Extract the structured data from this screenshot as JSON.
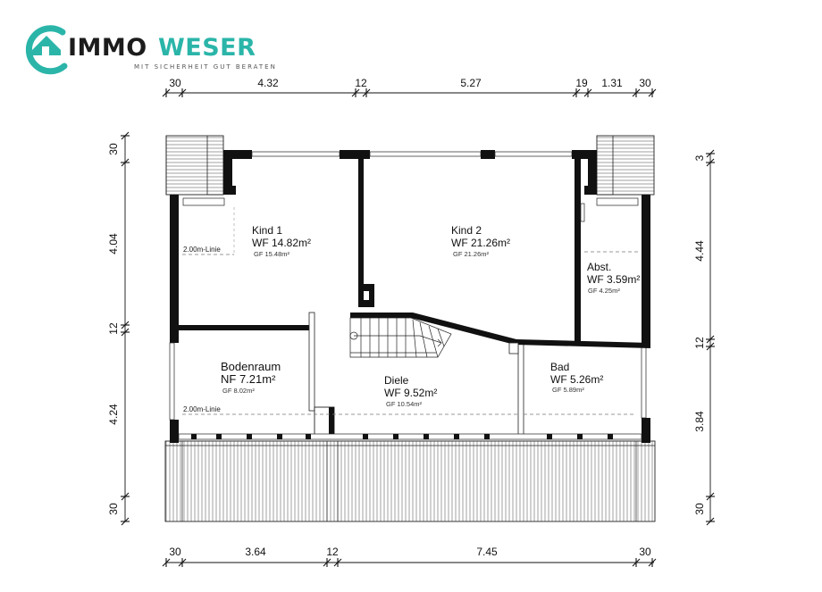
{
  "logo": {
    "brand_part1": "IMMO",
    "brand_part2": "WESER",
    "tagline": "MIT SICHERHEIT GUT BERATEN",
    "colors": {
      "teal": "#2bb5a9",
      "dark": "#1c1c1c",
      "icon": "house-circle-icon"
    }
  },
  "dimensions": {
    "top": [
      "30",
      "4.32",
      "12",
      "5.27",
      "19",
      "1.31",
      "30"
    ],
    "bottom": [
      "30",
      "3.64",
      "12",
      "7.45",
      "30"
    ],
    "left": [
      "30",
      "4.04",
      "12",
      "4.24",
      "30"
    ],
    "right": [
      "3",
      "4.44",
      "12",
      "3.84",
      "30"
    ]
  },
  "rooms": {
    "kind1": {
      "name": "Kind 1",
      "wf": "WF 14.82m²",
      "gf": "GF 15.48m²"
    },
    "kind2": {
      "name": "Kind 2",
      "wf": "WF 21.26m²",
      "gf": "GF 21.26m²"
    },
    "abst": {
      "name": "Abst.",
      "wf": "WF 3.59m²",
      "gf": "GF 4.25m²"
    },
    "bodenraum": {
      "name": "Bodenraum",
      "wf": "NF 7.21m²",
      "gf": "GF 8.02m²"
    },
    "diele": {
      "name": "Diele",
      "wf": "WF 9.52m²",
      "gf": "GF 10.54m²"
    },
    "bad": {
      "name": "Bad",
      "wf": "WF 5.26m²",
      "gf": "GF 5.89m²"
    }
  },
  "notes": {
    "line_label_upper": "2.00m-Linie",
    "line_label_lower": "2.00m-Linie"
  }
}
